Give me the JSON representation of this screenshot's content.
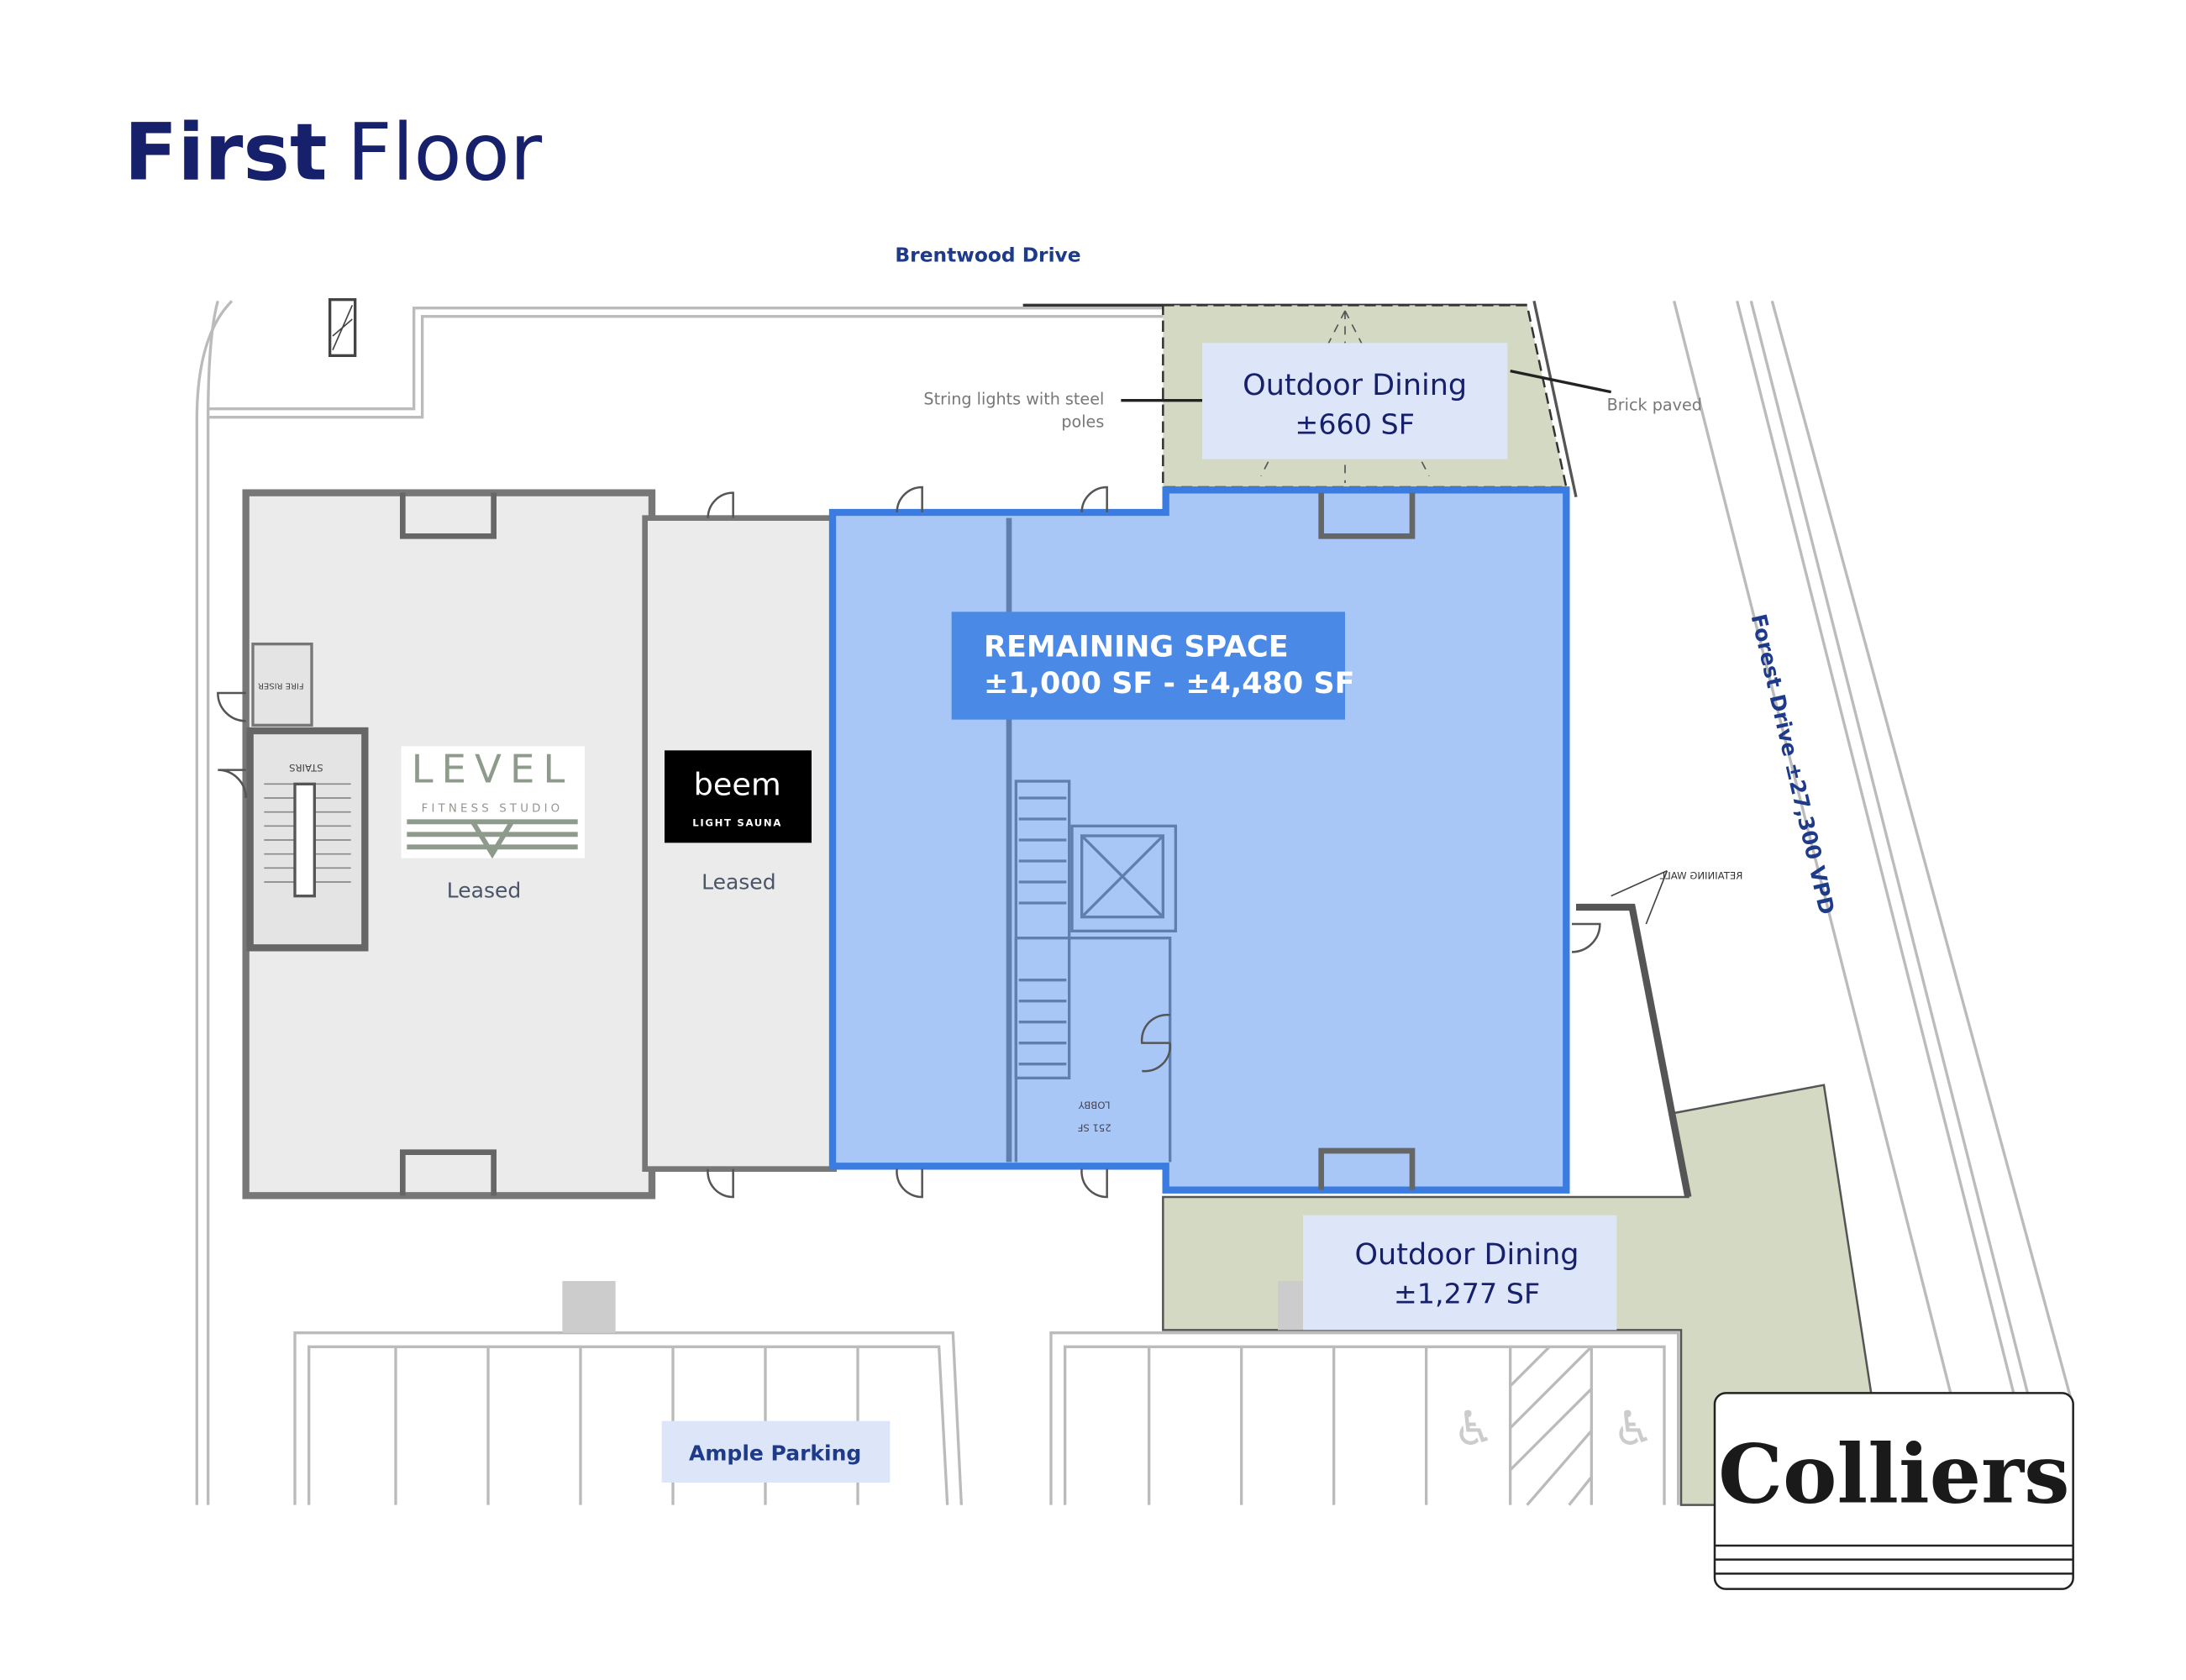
{
  "title": {
    "bold": "First",
    "light": "Floor"
  },
  "streets": {
    "north": "Brentwood Drive",
    "east": "Forest Drive ±27,300 VPD"
  },
  "annotations": {
    "string_lights_line1": "String lights with steel",
    "string_lights_line2": "poles",
    "brick_paved": "Brick paved",
    "retaining_wall": "RETAINING WALL",
    "stairs": "STAIRS",
    "lobby": "LOBBY",
    "lobby_sf": "251 SF",
    "riser": "FIRE RISER"
  },
  "outdoor_dining_north": {
    "label": "Outdoor Dining",
    "area": "±660 SF"
  },
  "outdoor_dining_south": {
    "label": "Outdoor Dining",
    "area": "±1,277 SF"
  },
  "remaining_space": {
    "label": "REMAINING SPACE",
    "area": "±1,000 SF - ±4,480 SF"
  },
  "tenants": [
    {
      "name": "LEVEL",
      "subtitle": "FITNESS STUDIO",
      "status": "Leased"
    },
    {
      "name": "beem",
      "subtitle": "LIGHT SAUNA",
      "status": "Leased"
    }
  ],
  "parking": {
    "label": "Ample Parking"
  },
  "brand": {
    "name": "Colliers"
  },
  "colors": {
    "navy": "#16206b",
    "blue_fill": "#a8c7f6",
    "blue_stroke": "#3b7ce0",
    "label_blue": "#4a89e6",
    "green": "#d3d9c3",
    "label_bg": "#dde6f8"
  }
}
